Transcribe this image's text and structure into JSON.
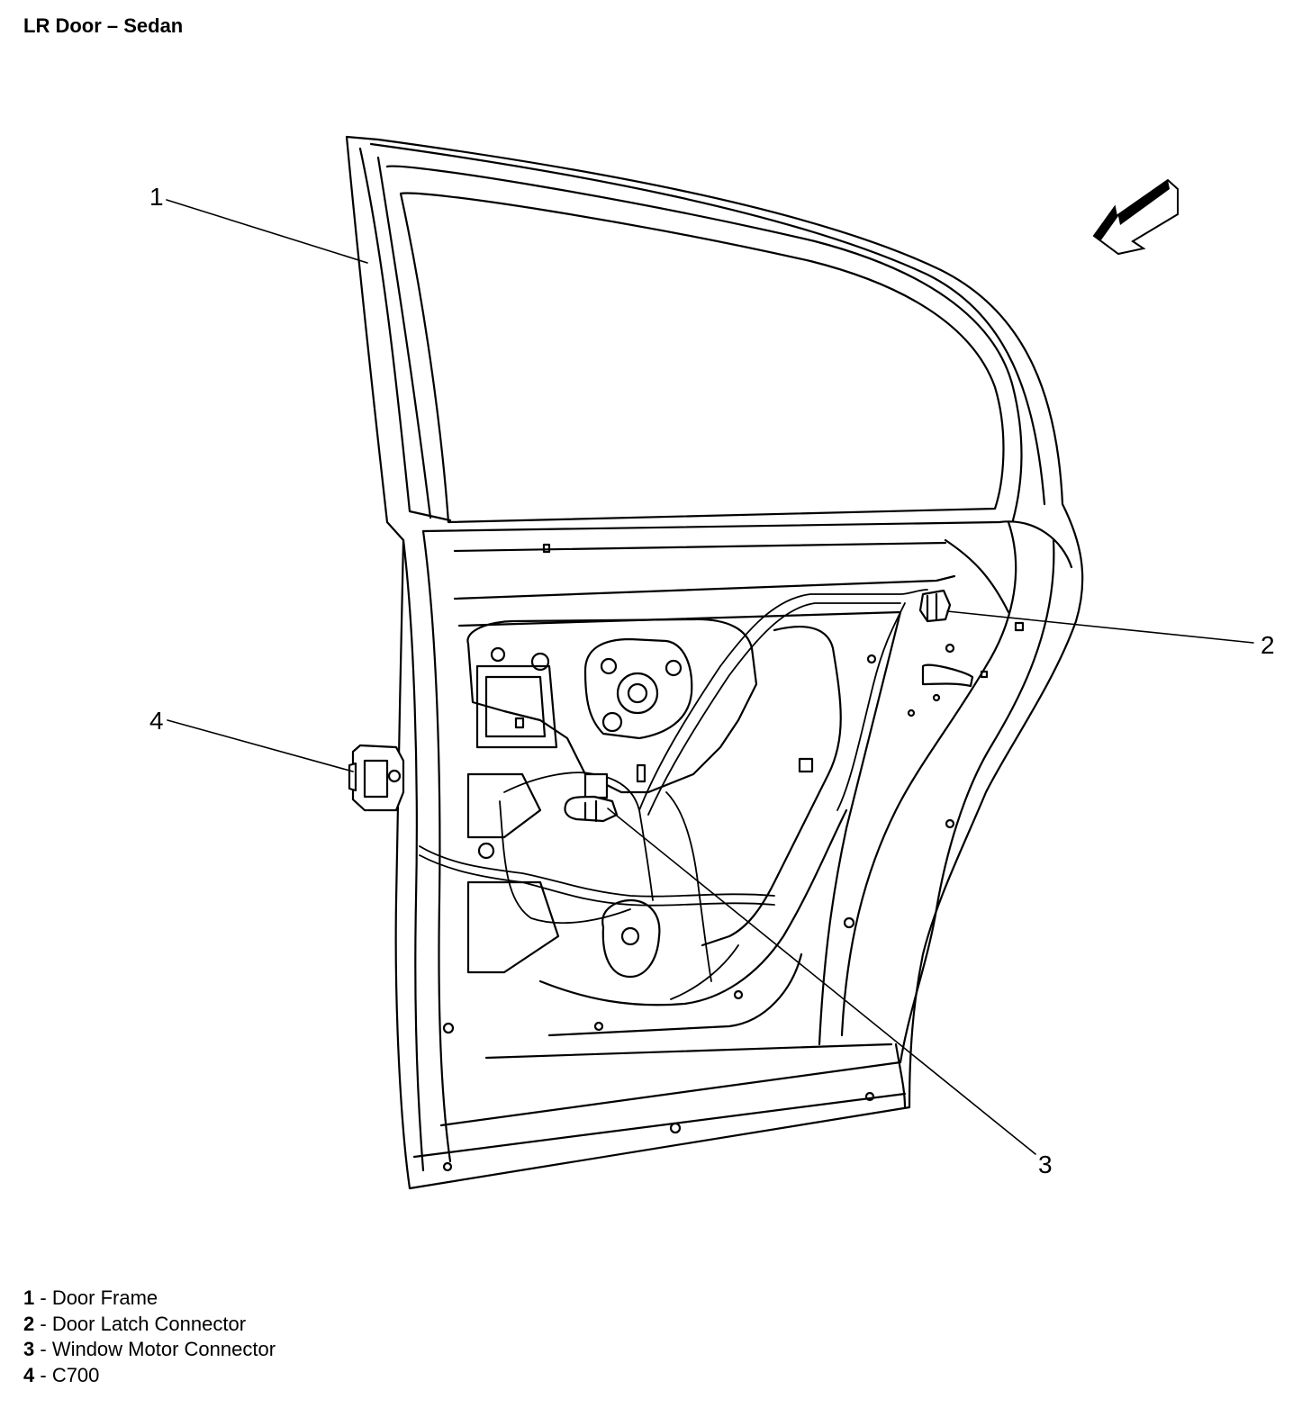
{
  "title": "LR Door – Sedan",
  "callouts": [
    {
      "num": "1",
      "label": "Door Frame"
    },
    {
      "num": "2",
      "label": "Door Latch Connector"
    },
    {
      "num": "3",
      "label": "Window Motor Connector"
    },
    {
      "num": "4",
      "label": "C700"
    }
  ],
  "legend_separator": " - ",
  "icons": {
    "direction_arrow": "front-direction-arrow-icon"
  }
}
